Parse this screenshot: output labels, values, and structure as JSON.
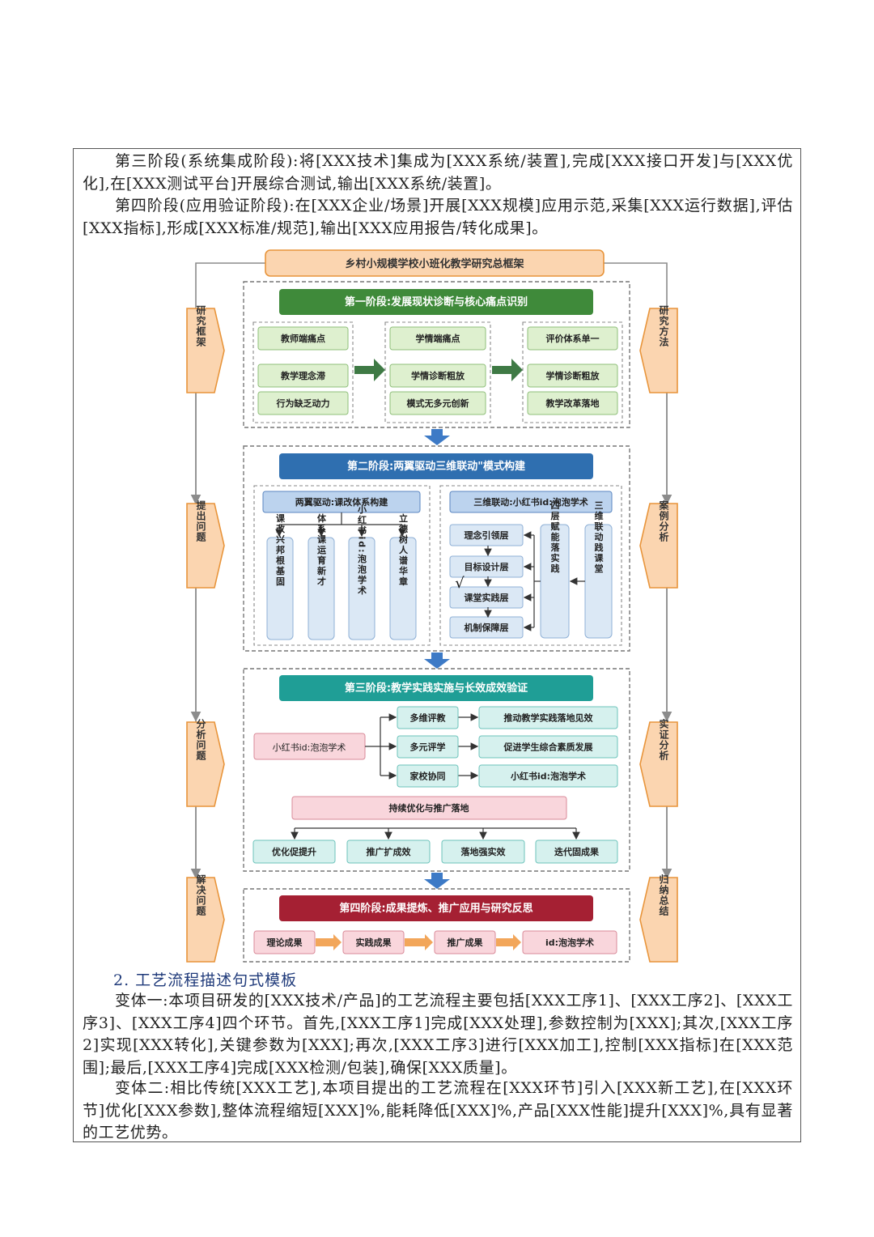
{
  "doc": {
    "stage3_para": "第三阶段(系统集成阶段):将[XXX技术]集成为[XXX系统/装置],完成[XXX接口开发]与[XXX优化],在[XXX测试平台]开展综合测试,输出[XXX系统/装置]。",
    "stage4_para": "第四阶段(应用验证阶段):在[XXX企业/场景]开展[XXX规模]应用示范,采集[XXX运行数据],评估[XXX指标],形成[XXX标准/规范],输出[XXX应用报告/转化成果]。",
    "section2_heading": "2. 工艺流程描述句式模板",
    "variant1_para": "变体一:本项目研发的[XXX技术/产品]的工艺流程主要包括[XXX工序1]、[XXX工序2]、[XXX工序3]、[XXX工序4]四个环节。首先,[XXX工序1]完成[XXX处理],参数控制为[XXX];其次,[XXX工序2]实现[XXX转化],关键参数为[XXX];再次,[XXX工序3]进行[XXX加工],控制[XXX指标]在[XXX范围];最后,[XXX工序4]完成[XXX检测/包装],确保[XXX质量]。",
    "variant2_para": "变体二:相比传统[XXX工艺],本项目提出的工艺流程在[XXX环节]引入[XXX新工艺],在[XXX环节]优化[XXX参数],整体流程缩短[XXX]%,能耗降低[XXX]%,产品[XXX性能]提升[XXX]%,具有显著的工艺优势。"
  },
  "diagram": {
    "title": "乡村小规模学校小班化教学研究总框架",
    "left_labels": [
      "研究框架",
      "提出问题",
      "分析问题",
      "解决问题"
    ],
    "right_labels": [
      "研究方法",
      "案例分析",
      "实证分析",
      "归纳总结"
    ],
    "stage1": {
      "title": "第一阶段:发展现状诊断与核心痛点识别",
      "col1": [
        "教师端痛点",
        "教学理念滞",
        "行为缺乏动力"
      ],
      "col2": [
        "学情端痛点",
        "学情诊断粗放",
        "模式无多元创新"
      ],
      "col3": [
        "评价体系单一",
        "学情诊断粗放",
        "教学改革落地"
      ]
    },
    "stage2": {
      "title": "第二阶段:两翼驱动三维联动\"模式构建",
      "left_header": "两翼驱动:课改体系构建",
      "left_cols": [
        "课改兴邦根基固",
        "体系课运育新才",
        "小红书id:泡泡学术",
        "立德树人谱华章"
      ],
      "right_header": "三维联动:小红书id:泡泡学术",
      "layers": [
        "理念引领层",
        "目标设计层",
        "课堂实践层",
        "机制保障层"
      ],
      "mid_vertical": "四层赋能落实践",
      "right_vertical": "三维联动践课堂",
      "check_mark": "√"
    },
    "stage3": {
      "title": "第三阶段:教学实践实施与长效成效验证",
      "source": "小红书id:泡泡学术",
      "mids": [
        "多维评教",
        "多元评学",
        "家校协同"
      ],
      "outs": [
        "推动教学实践落地见效",
        "促进学生综合素质发展",
        "小红书id:泡泡学术"
      ],
      "bar": "持续优化与推广落地",
      "bottom": [
        "优化促提升",
        "推广扩成效",
        "落地强实效",
        "迭代固成果"
      ]
    },
    "stage4": {
      "title": "第四阶段:成果提炼、推广应用与研究反思",
      "items": [
        "理论成果",
        "实践成果",
        "推广成果",
        "id:泡泡学术"
      ]
    },
    "colors": {
      "orange_fill": "#fbd5b0",
      "orange_stroke": "#e8943a",
      "green": "#3f8a3a",
      "green_light": "#def0cf",
      "blue": "#2f6fb0",
      "blue_light": "#dbe8f5",
      "teal": "#1f9e96",
      "teal_light": "#d6f1ee",
      "pink": "#f9d6dc",
      "red": "#a52033",
      "arrow_blue": "#3d7ac6"
    }
  }
}
